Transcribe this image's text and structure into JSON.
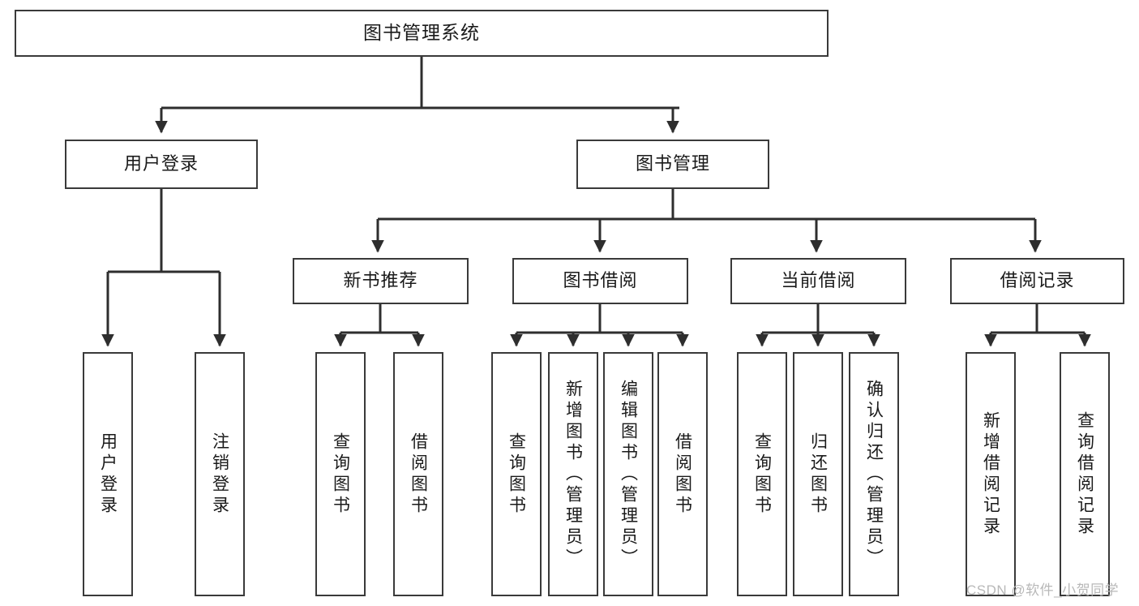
{
  "diagram": {
    "title": "图书管理系统",
    "type": "function-structure-tree",
    "stroke_color": "#3a3a3a",
    "fill_color": "#ffffff",
    "text_color": "#1a1a1a",
    "levels": {
      "root": {
        "label": "图书管理系统"
      },
      "level2": [
        {
          "label": "用户登录"
        },
        {
          "label": "图书管理"
        }
      ],
      "level3": [
        {
          "label": "新书推荐"
        },
        {
          "label": "图书借阅"
        },
        {
          "label": "当前借阅"
        },
        {
          "label": "借阅记录"
        }
      ],
      "leaves": {
        "user_login": [
          {
            "label": "用户登录"
          },
          {
            "label": "注销登录"
          }
        ],
        "new_book_recommend": [
          {
            "label": "查询图书"
          },
          {
            "label": "借阅图书"
          }
        ],
        "book_borrow": [
          {
            "label": "查询图书"
          },
          {
            "label": "新增图书（管理员）"
          },
          {
            "label": "编辑图书（管理员）"
          },
          {
            "label": "借阅图书"
          }
        ],
        "current_borrow": [
          {
            "label": "查询图书"
          },
          {
            "label": "归还图书"
          },
          {
            "label": "确认归还（管理员）"
          }
        ],
        "borrow_record": [
          {
            "label": "新增借阅记录"
          },
          {
            "label": "查询借阅记录"
          }
        ]
      }
    }
  },
  "watermark": {
    "text": "CSDN @软件_小贺同学"
  }
}
